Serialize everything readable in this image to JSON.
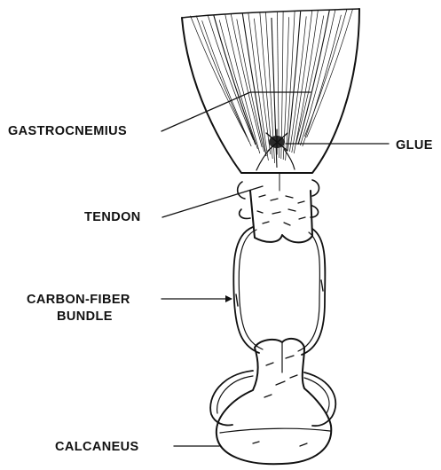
{
  "labels": {
    "gastrocnemius": "GASTROCNEMIUS",
    "glue": "GLUE",
    "tendon": "TENDON",
    "carbon_fiber_line1": "CARBON-FIBER",
    "carbon_fiber_line2": "BUNDLE",
    "calcaneus": "CALCANEUS"
  },
  "colors": {
    "ink": "#111111",
    "background": "#ffffff"
  }
}
